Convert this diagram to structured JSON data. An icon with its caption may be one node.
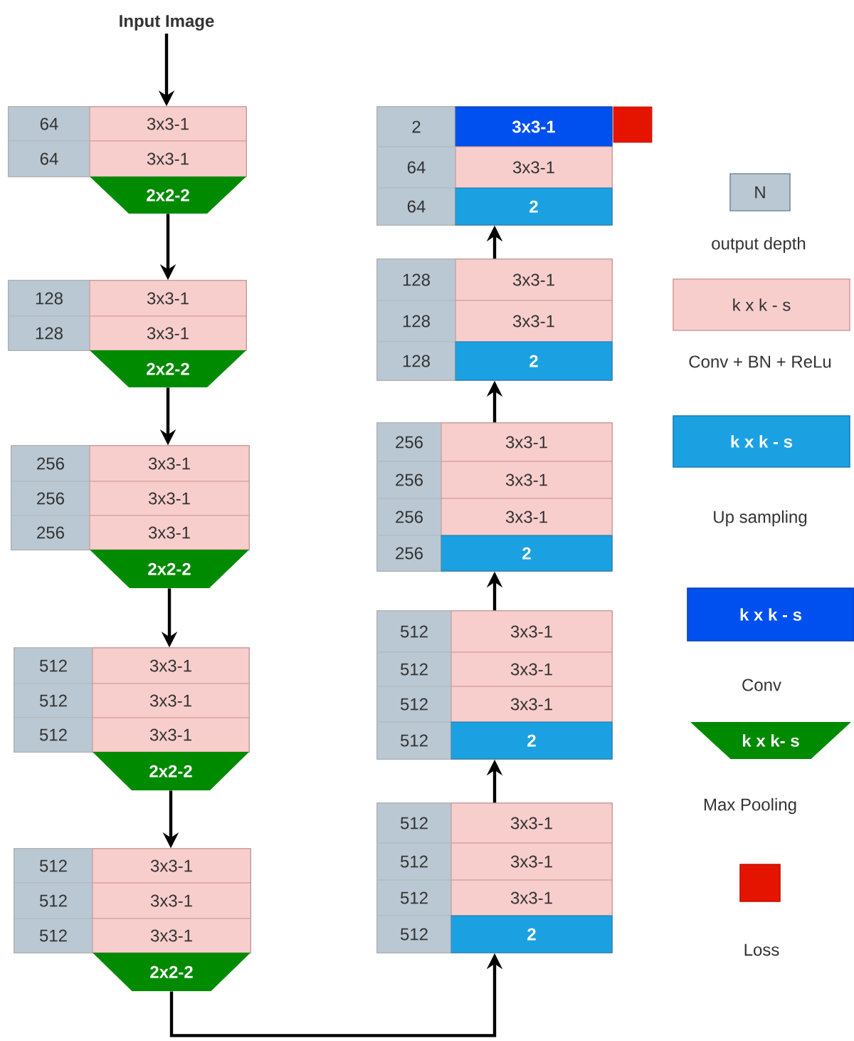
{
  "diagram": {
    "nodes": [
      {
        "text": [
          "Input Image"
        ]
      },
      {
        "text": [],
        "shape": "box"
      },
      {
        "text": [
          "64",
          "3x3-1"
        ],
        "in": 1
      },
      {
        "text": [
          "64",
          "3x3-1"
        ],
        "in": 1
      },
      {
        "text": [
          "2x2-2"
        ]
      },
      {
        "text": [],
        "shape": "box"
      },
      {
        "text": [
          "128",
          "3x3-1"
        ],
        "in": 5
      },
      {
        "text": [
          "128",
          "3x3-1"
        ],
        "in": 5
      },
      {
        "text": [
          "2x2-2"
        ]
      },
      {
        "text": [],
        "shape": "box"
      },
      {
        "text": [
          "256",
          "3x3-1"
        ],
        "in": 9
      },
      {
        "text": [
          "256",
          "3x3-1"
        ],
        "in": 9
      },
      {
        "text": [
          "256",
          "3x3-1"
        ],
        "in": 9
      },
      {
        "text": [
          "2x2-2"
        ]
      },
      {
        "text": [],
        "shape": "box"
      },
      {
        "text": [
          "512",
          "3x3-1"
        ],
        "in": 14
      },
      {
        "text": [
          "512",
          "3x3-1"
        ],
        "in": 14
      },
      {
        "text": [
          "512",
          "3x3-1"
        ],
        "in": 14
      },
      {
        "text": [
          "2x2-2"
        ]
      },
      {
        "text": [],
        "shape": "box"
      },
      {
        "text": [
          "512",
          "3x3-1"
        ],
        "in": 19
      },
      {
        "text": [
          "512",
          "3x3-1"
        ],
        "in": 19
      },
      {
        "text": [
          "512",
          "3x3-1"
        ],
        "in": 19
      },
      {
        "text": [
          "2x2-2"
        ]
      },
      {
        "text": [],
        "shape": "box"
      },
      {
        "text": [
          "2",
          "3x3-1"
        ],
        "in": 24
      },
      {
        "text": [
          "64",
          "3x3-1"
        ],
        "in": 24
      },
      {
        "text": [
          "64",
          "2"
        ],
        "in": 24
      },
      {
        "text": [],
        "shape": "box"
      },
      {
        "text": [],
        "shape": "box"
      },
      {
        "text": [
          "128",
          "3x3-1"
        ],
        "in": 29
      },
      {
        "text": [
          "128",
          "3x3-1"
        ],
        "in": 29
      },
      {
        "text": [
          "128",
          "2"
        ],
        "in": 29
      },
      {
        "text": [],
        "shape": "box"
      },
      {
        "text": [
          "256",
          "3x3-1"
        ],
        "in": 33
      },
      {
        "text": [
          "256",
          "3x3-1"
        ],
        "in": 33
      },
      {
        "text": [
          "256",
          "3x3-1"
        ],
        "in": 33
      },
      {
        "text": [
          "256",
          "2"
        ],
        "in": 33
      },
      {
        "text": [],
        "shape": "box"
      },
      {
        "text": [
          "512",
          "3x3-1"
        ],
        "in": 38
      },
      {
        "text": [
          "512",
          "3x3-1"
        ],
        "in": 38
      },
      {
        "text": [
          "512",
          "3x3-1"
        ],
        "in": 38
      },
      {
        "text": [
          "512",
          "2"
        ],
        "in": 38
      },
      {
        "text": [],
        "shape": "box"
      },
      {
        "text": [
          "512",
          "3x3-1"
        ],
        "in": 43
      },
      {
        "text": [
          "512",
          "3x3-1"
        ],
        "in": 43
      },
      {
        "text": [
          "512",
          "3x3-1"
        ],
        "in": 43
      },
      {
        "text": [
          "512",
          "2"
        ],
        "in": 43
      },
      {
        "text": [
          "N"
        ],
        "beside": [
          "output depth"
        ]
      },
      {
        "text": [
          "k x k - s"
        ],
        "beside": [
          "Conv + BN + ReLu"
        ]
      },
      {
        "text": [
          "k x k - s"
        ],
        "beside": [
          "Up sampling"
        ]
      },
      {
        "text": [
          "k x k - s"
        ],
        "beside": [
          "Conv"
        ]
      },
      {
        "text": [
          "k x k- s"
        ],
        "beside": [
          "Max Pooling"
        ]
      },
      {
        "text": [],
        "shape": "box",
        "beside": [
          "Loss"
        ]
      }
    ],
    "edges": [
      {
        "from": 0,
        "to": 1,
        "arrow": "to"
      },
      {
        "from": 4,
        "to": 5,
        "arrow": "to"
      },
      {
        "from": 8,
        "to": 9,
        "arrow": "to"
      },
      {
        "from": 13,
        "to": 14,
        "arrow": "to"
      },
      {
        "from": 18,
        "to": 19,
        "arrow": "to"
      },
      {
        "from": 23,
        "to": 43,
        "arrow": "to"
      },
      {
        "from": 43,
        "to": 38,
        "arrow": "to"
      },
      {
        "from": 38,
        "to": 33,
        "arrow": "to"
      },
      {
        "from": 33,
        "to": 29,
        "arrow": "to"
      },
      {
        "from": 29,
        "to": 24,
        "arrow": "to"
      }
    ]
  }
}
